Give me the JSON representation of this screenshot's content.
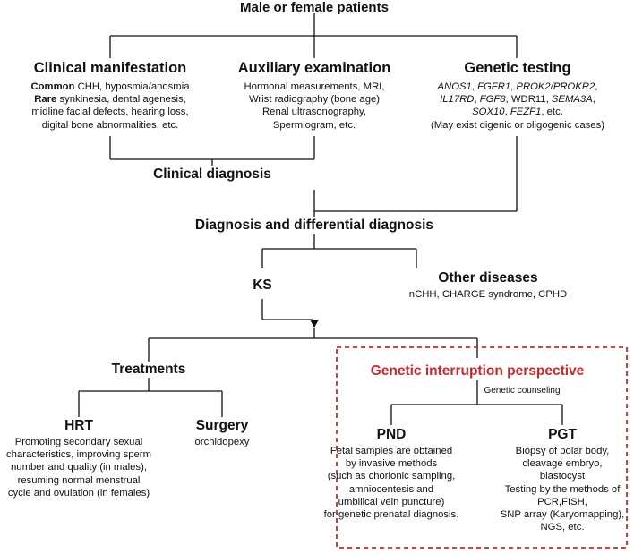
{
  "top": {
    "title": "Male or female patients"
  },
  "clinical": {
    "title": "Clinical manifestation",
    "common_label": "Common",
    "common_text": " CHH, hyposmia/anosmia",
    "rare_label": "Rare",
    "rare_text": " synkinesia, dental agenesis,",
    "line3": "midline facial defects, hearing loss,",
    "line4": "digital bone abnormalities, etc."
  },
  "auxiliary": {
    "title": "Auxiliary examination",
    "lines": [
      "Hormonal measurements, MRI,",
      "Wrist radiography (bone age)",
      "Renal ultrasonography,",
      "Spermiogram, etc."
    ]
  },
  "genetic": {
    "title": "Genetic testing",
    "genes": [
      "ANOS1",
      "FGFR1",
      "PROK2/PROKR2",
      "IL17RD",
      "FGF8",
      "WDR11",
      "SEMA3A",
      "SOX10",
      "FEZF1"
    ],
    "seps": [
      ", ",
      ", ",
      ",",
      ", ",
      ", ",
      ", ",
      ",",
      ", ",
      ", etc."
    ],
    "note": "(May exist digenic or oligogenic cases)"
  },
  "clinical_diagnosis": "Clinical diagnosis",
  "differential": "Diagnosis and differential diagnosis",
  "ks": "KS",
  "other": {
    "title": "Other diseases",
    "text": "nCHH, CHARGE syndrome, CPHD"
  },
  "treatments": "Treatments",
  "hrt": {
    "title": "HRT",
    "lines": [
      "Promoting secondary sexual",
      "characteristics, improving sperm",
      "number and quality (in males),",
      "resuming normal menstrual",
      "cycle and ovulation (in females)"
    ]
  },
  "surgery": {
    "title": "Surgery",
    "text": "orchidopexy"
  },
  "genetic_interruption": {
    "title": "Genetic interruption perspective",
    "counseling": "Genetic counseling"
  },
  "pnd": {
    "title": "PND",
    "lines": [
      "Fetal samples are obtained",
      "by invasive methods",
      "(such as chorionic sampling,",
      "amniocentesis and",
      "umbilical vein puncture)",
      "for genetic prenatal diagnosis."
    ]
  },
  "pgt": {
    "title": "PGT",
    "lines": [
      "Biopsy of polar body,",
      "cleavage embryo,",
      "blastocyst",
      "Testing by the methods of",
      "PCR,FISH,",
      "SNP array (Karyomapping),",
      "NGS, etc."
    ]
  },
  "colors": {
    "line": "#111111",
    "accent": "#c8292e"
  }
}
